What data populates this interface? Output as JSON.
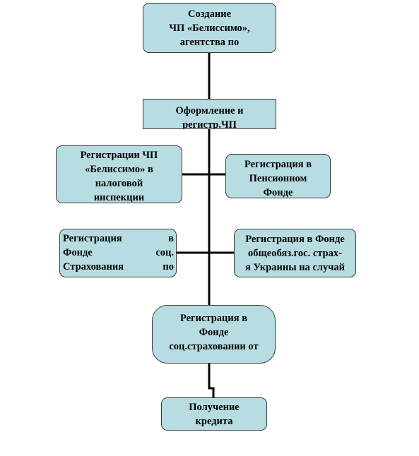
{
  "diagram": {
    "create": {
      "lines": [
        "Создание",
        "ЧП «Белиссимо»,",
        "агентства по"
      ]
    },
    "register": {
      "lines": [
        "Оформление и",
        "регистр.ЧП"
      ]
    },
    "tax": {
      "lines": [
        "Регистрации  ЧП",
        "«Белиссимо» в",
        "налоговой",
        "инспекции"
      ]
    },
    "pension": {
      "lines": [
        "Регистрация  в",
        "Пенсионном",
        "Фонде"
      ]
    },
    "social_left": {
      "lines": [
        [
          "Регистрация",
          "в"
        ],
        [
          "Фонде",
          "соц."
        ],
        [
          "Страхования",
          "по"
        ]
      ]
    },
    "obligatory": {
      "lines": [
        "Регистрация в Фонде",
        "общеобяз.гос. страх-",
        "я Украины на случай"
      ]
    },
    "social_mid": {
      "lines": [
        "Регистрация в",
        "Фонде",
        "соц.страховании от"
      ]
    },
    "credit": {
      "lines": [
        "Получение",
        "кредита"
      ]
    }
  }
}
